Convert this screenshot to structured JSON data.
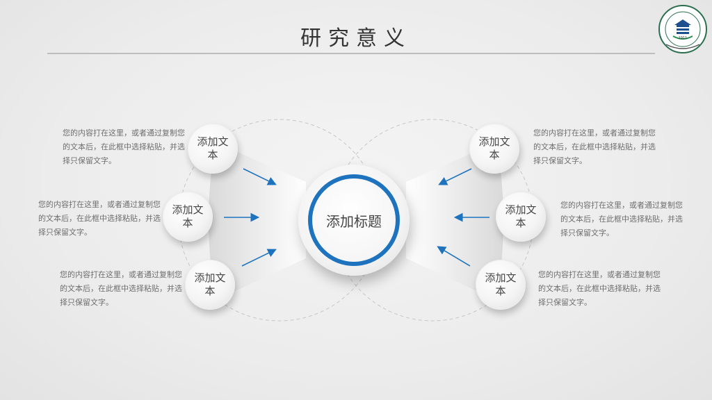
{
  "title": "研究意义",
  "center": {
    "label": "添加标题"
  },
  "colors": {
    "accent": "#1e73be",
    "rule": "#bdbdbd"
  },
  "nodes": [
    {
      "label": "添加文本"
    },
    {
      "label": "添加文本"
    },
    {
      "label": "添加文本"
    },
    {
      "label": "添加文本"
    },
    {
      "label": "添加文本"
    },
    {
      "label": "添加文本"
    }
  ],
  "paragraphs": [
    {
      "text": "您的内容打在这里，或者通过复制您的文本后，在此框中选择粘贴，并选择只保留文字。"
    },
    {
      "text": "您的内容打在这里，或者通过复制您的文本后，在此框中选择粘贴，并选择只保留文字。"
    },
    {
      "text": "您的内容打在这里，或者通过复制您的文本后，在此框中选择粘贴，并选择只保留文字。"
    },
    {
      "text": "您的内容打在这里，或者通过复制您的文本后，在此框中选择粘贴，并选择只保留文字。"
    },
    {
      "text": "您的内容打在这里，或者通过复制您的文本后，在此框中选择粘贴，并选择只保留文字。"
    },
    {
      "text": "您的内容打在这里，或者通过复制您的文本后，在此框中选择粘贴，并选择只保留文字。"
    }
  ],
  "logo": {
    "icon": "university-seal-icon",
    "year": "1911"
  }
}
